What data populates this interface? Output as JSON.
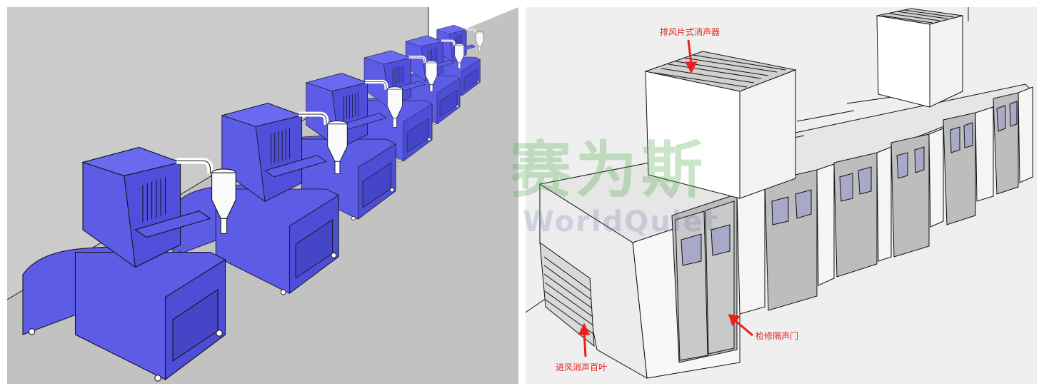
{
  "labels": {
    "exhaust_silencer": "排风片式消声器",
    "maintenance_door": "检修隔声门",
    "intake_louver": "进风消声百叶"
  },
  "watermark": {
    "cn": "赛为斯",
    "en": "WorldQuiet"
  },
  "colors": {
    "machine": "#5c5ce6",
    "label_text": "#e8201c",
    "wall": "#c8c8c8",
    "floor": "#c4c4c4"
  }
}
